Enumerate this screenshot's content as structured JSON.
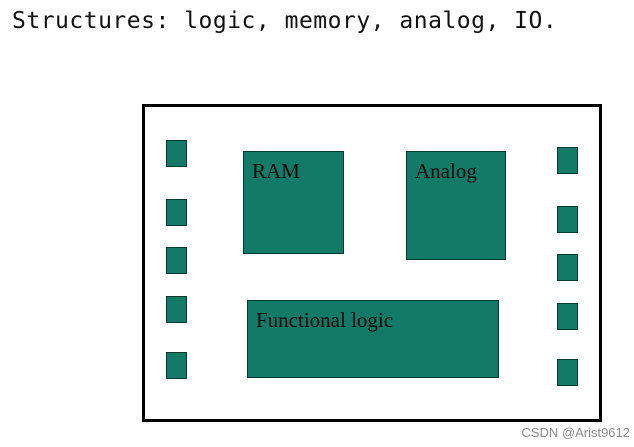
{
  "heading": "Structures: logic, memory, analog, IO.",
  "blocks": {
    "ram": "RAM",
    "analog": "Analog",
    "logic": "Functional logic"
  },
  "watermark": "CSDN @Arist9612",
  "colors": {
    "block_fill": "#137a67",
    "chip_border": "#000000"
  }
}
